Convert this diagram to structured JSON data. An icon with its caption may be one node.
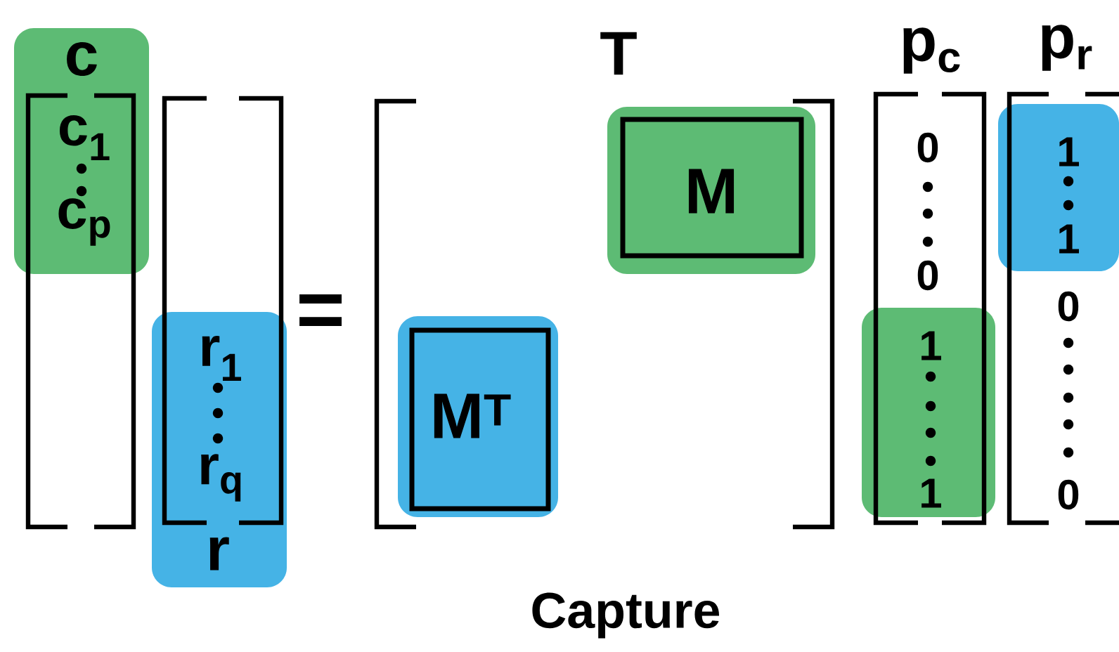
{
  "diagram": {
    "caption": "Capture",
    "nodes": [
      {
        "text": [
          "c",
          "c$_{1}$",
          "c$_{p}$"
        ]
      },
      {
        "text": [
          "r$_{1}$",
          "r$_{q}$",
          "r"
        ]
      },
      {
        "text": [
          "M"
        ]
      },
      {
        "text": [
          "M$^{T}$"
        ]
      },
      {
        "text": [
          "1",
          "1"
        ]
      },
      {
        "text": [
          "1",
          "1"
        ]
      }
    ],
    "labels": [
      "T",
      "p$_{c}$",
      "p$_{r}$",
      "=",
      "0",
      "0",
      "0",
      "0"
    ]
  }
}
